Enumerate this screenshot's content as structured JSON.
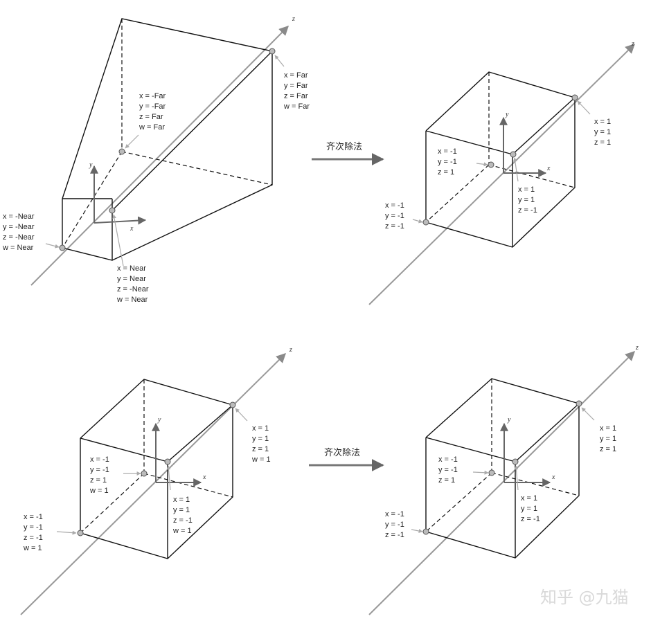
{
  "arrow_label_top": "齐次除法",
  "arrow_label_bottom": "齐次除法",
  "watermark": "知乎 @九猫",
  "axis_labels": {
    "x": "x",
    "y": "y",
    "z": "z"
  },
  "panel_a": {
    "far_top": [
      "x = Far",
      "y = Far",
      "z = Far",
      "w = Far"
    ],
    "far_back": [
      "x = -Far",
      "y = -Far",
      "z = Far",
      "w = Far"
    ],
    "near_left": [
      "x = -Near",
      "y = -Near",
      "z = -Near",
      "w = Near"
    ],
    "near_right": [
      "x = Near",
      "y = Near",
      "z = -Near",
      "w = Near"
    ]
  },
  "panel_b": {
    "top_right": [
      "x = 1",
      "y = 1",
      "z = 1"
    ],
    "back_left": [
      "x = -1",
      "y = -1",
      "z = 1"
    ],
    "front_center": [
      "x = 1",
      "y = 1",
      "z = -1"
    ],
    "front_left": [
      "x = -1",
      "y = -1",
      "z = -1"
    ]
  },
  "panel_c": {
    "top_right": [
      "x = 1",
      "y = 1",
      "z = 1",
      "w = 1"
    ],
    "back_left": [
      "x = -1",
      "y = -1",
      "z = 1",
      "w = 1"
    ],
    "front_center": [
      "x = 1",
      "y = 1",
      "z = -1",
      "w = 1"
    ],
    "front_left": [
      "x = -1",
      "y = -1",
      "z = -1",
      "w = 1"
    ]
  },
  "panel_d": {
    "top_right": [
      "x = 1",
      "y = 1",
      "z = 1"
    ],
    "back_left": [
      "x = -1",
      "y = -1",
      "z = 1"
    ],
    "front_center": [
      "x = 1",
      "y = 1",
      "z = -1"
    ],
    "front_left": [
      "x = -1",
      "y = -1",
      "z = -1"
    ]
  }
}
